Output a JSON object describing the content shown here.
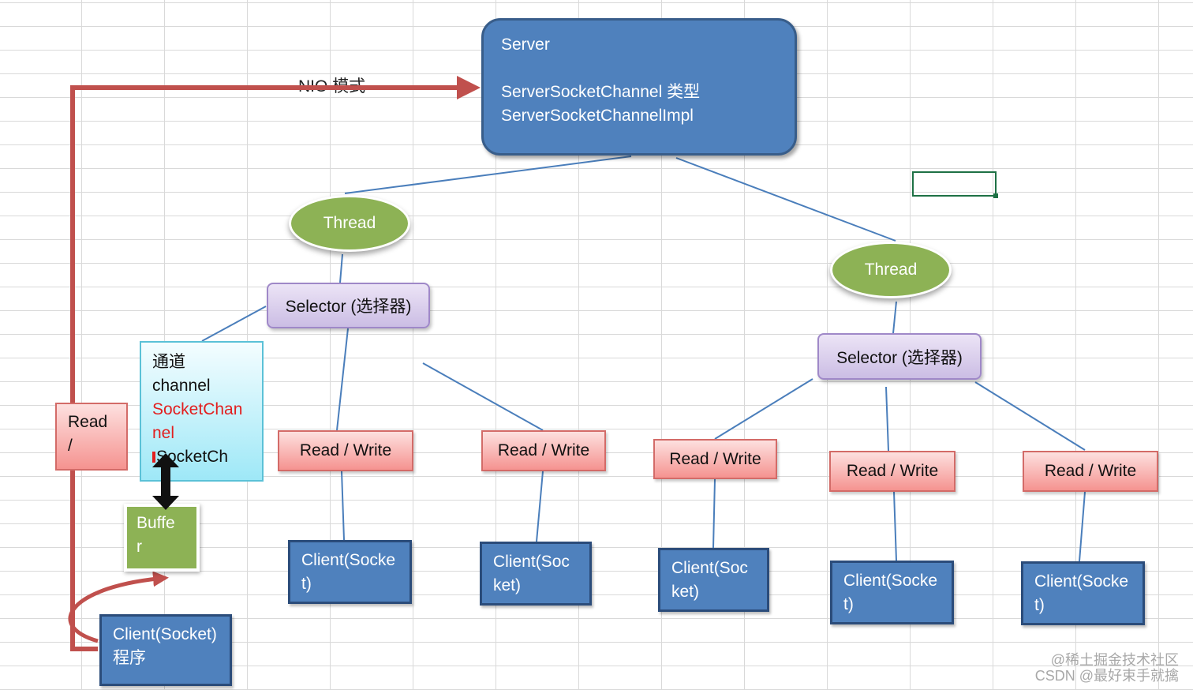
{
  "server": {
    "title": "Server",
    "line1": "ServerSocketChannel 类型",
    "line2": "ServerSocketChannelImpl"
  },
  "nio_label": "NIO 模式",
  "threads": [
    {
      "label": "Thread"
    },
    {
      "label": "Thread"
    }
  ],
  "selectors": [
    {
      "label": "Selector (选择器)"
    },
    {
      "label": "Selector (选择器)"
    }
  ],
  "channel": {
    "title": "通道",
    "label": "channel",
    "red_line1": "SocketChan",
    "red_line2": "nel",
    "partial": "SocketCh"
  },
  "buffer": {
    "line1": "Buffe",
    "line2": "r"
  },
  "read_box": {
    "line1": "Read",
    "line2": "/"
  },
  "read_write": [
    {
      "label": "Read / Write"
    },
    {
      "label": "Read / Write"
    },
    {
      "label": "Read / Write"
    },
    {
      "label": "Read / Write"
    },
    {
      "label": "Read / Write"
    }
  ],
  "clients": [
    {
      "line1": "Client(Socke",
      "line2": "t)"
    },
    {
      "line1": "Client(Soc",
      "line2": "ket)"
    },
    {
      "line1": "Client(Soc",
      "line2": "ket)"
    },
    {
      "line1": "Client(Socke",
      "line2": "t)"
    },
    {
      "line1": "Client(Socke",
      "line2": "t)"
    }
  ],
  "program_client": {
    "line1": "Client(Socket)",
    "line2": "程序"
  },
  "watermark": {
    "line1": "@稀土掘金技术社区",
    "line2": "CSDN @最好束手就擒"
  },
  "colors": {
    "server_fill": "#4f81bd",
    "thread_fill": "#8db255",
    "selector_fill": "#cbbde4",
    "rw_fill": "#f59390",
    "channel_fill": "#9ee8f7",
    "arrow_red": "#c0504d",
    "link_blue": "#4a7ebb"
  }
}
